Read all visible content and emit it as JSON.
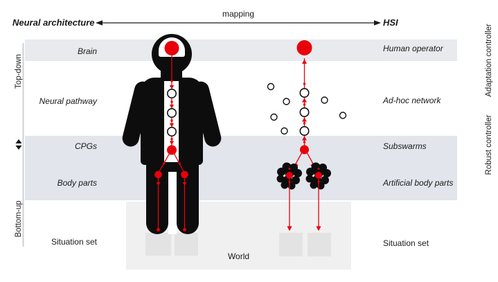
{
  "header": {
    "left_title": "Neural architecture",
    "mapping_label": "mapping",
    "right_title": "HSI"
  },
  "left_axis": {
    "top": "Top-down",
    "bottom": "Bottom-up"
  },
  "right_axis": {
    "top": "Adaptation controller",
    "bottom": "Robust controller"
  },
  "rows": [
    {
      "left": "Brain",
      "right": "Human operator"
    },
    {
      "left": "Neural pathway",
      "right": "Ad-hoc network"
    },
    {
      "left": "CPGs",
      "right": "Subswarms"
    },
    {
      "left": "Body parts",
      "right": "Artificial body parts"
    },
    {
      "left": "Situation set",
      "right": "Situation set"
    }
  ],
  "world_label": "World",
  "colors": {
    "signal_red": "#e8000b",
    "silhouette_black": "#0d0d0d",
    "band_top": "#e8eaee",
    "band_mid": "#e2e5ec",
    "world_region": "#f0f0f1",
    "target_square": "#e3e3e3"
  },
  "icons": {
    "brain_node": "red-filled-circle",
    "spinal_relay_node": "white-open-circle",
    "cpg_node": "red-filled-circle",
    "operator_node": "red-filled-circle",
    "adhoc_network_node": "white-open-circle",
    "subswarm_node": "red-filled-circle",
    "swarm_cluster": "black-blob-of-robots",
    "target_square": "gray-square"
  }
}
